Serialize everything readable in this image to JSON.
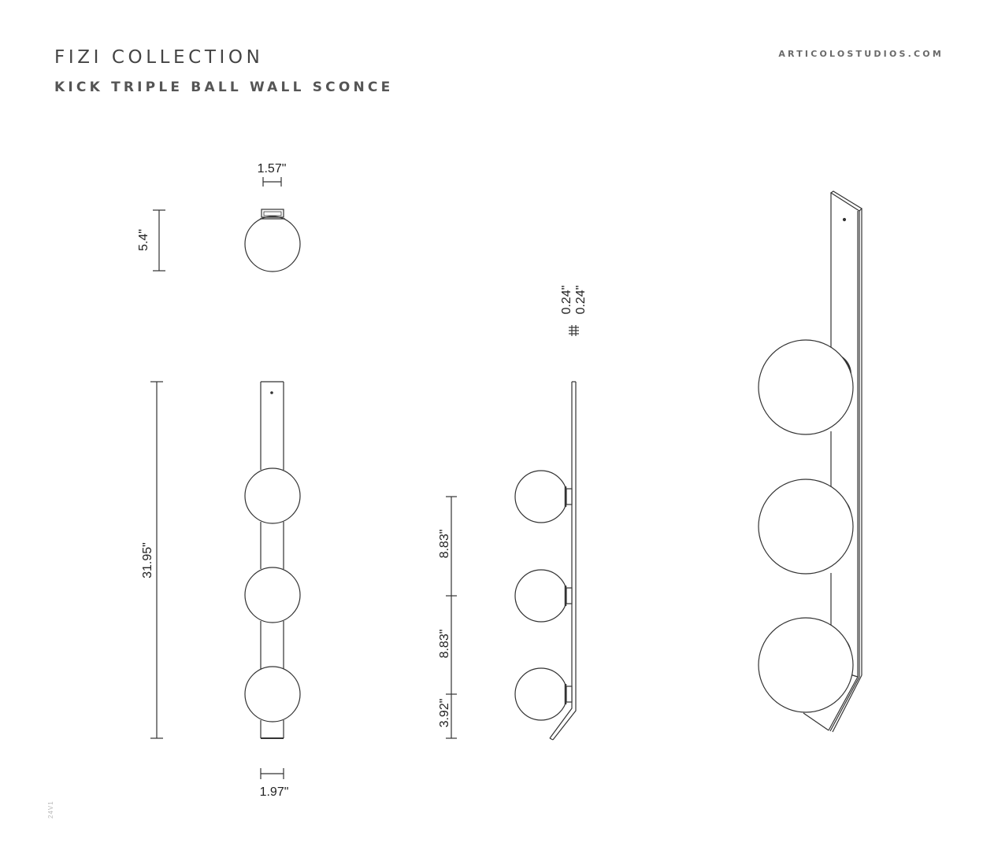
{
  "header": {
    "collection_title": "FIZI COLLECTION",
    "product_name": "KICK TRIPLE BALL WALL SCONCE",
    "website": "ARTICOLOSTUDIOS.COM"
  },
  "footer": {
    "version": "24V1"
  },
  "views": {
    "top_view": {
      "width_dim": "1.57\"",
      "height_dim": "5.4\""
    },
    "front_view": {
      "overall_height_dim": "31.95\"",
      "backplate_width_dim": "1.97\""
    },
    "side_view": {
      "thickness_dim_1": "0.24\"",
      "thickness_dim_2": "0.24\"",
      "spacing_upper_dim": "8.83\"",
      "spacing_lower_dim": "8.83\"",
      "bottom_offset_dim": "3.92\""
    },
    "perspective_view": {}
  },
  "colors": {
    "line": "#333333",
    "text": "#222222",
    "background": "#ffffff"
  }
}
